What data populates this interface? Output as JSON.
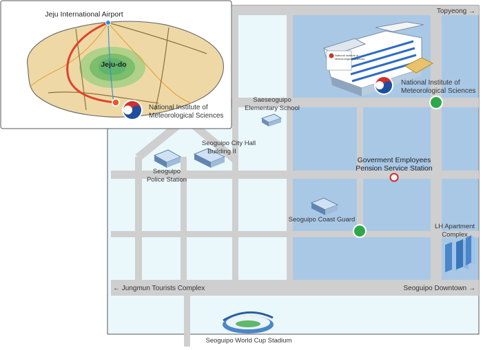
{
  "colors": {
    "block_blue": "#a9c8e6",
    "block_light": "#eaf8fb",
    "road": "#cfcfcf",
    "frame_border": "#555555",
    "route_red": "#e0412a",
    "marker_green": "#2ea84a",
    "island_sand": "#eed9a6",
    "mountain_green": "#5fb56a"
  },
  "inset": {
    "airport_label": "Jeju International Airport",
    "island_label": "Jeju-do",
    "institute_line1": "National Institute of",
    "institute_line2": "Meteorological Sciences"
  },
  "map": {
    "directions": {
      "topyeong": "Topyeong →",
      "jungmun": "← Jungmun Tourists Complex",
      "downtown": "Seoguipo Downtown →"
    },
    "institute": {
      "line1": "National Institute of",
      "line2": "Meteorological Sciences",
      "sign_line1": "National Institute of",
      "sign_line2": "Meteorological Sciences"
    },
    "landmarks": {
      "saeseoguipo_line1": "Saeseoguipo",
      "saeseoguipo_line2": "Elementary School",
      "cityhall_line1": "Seoguipo City Hall",
      "cityhall_line2": "Building II",
      "police_line1": "Seoguipo",
      "police_line2": "Police Station",
      "pension_line1": "Goverment Employees",
      "pension_line2": "Pension Service Station",
      "coastguard": "Seoguipo Coast Guard",
      "lh_line1": "LH Apartment",
      "lh_line2": "Complex",
      "stadium": "Seoguipo World Cup Stadium"
    }
  }
}
